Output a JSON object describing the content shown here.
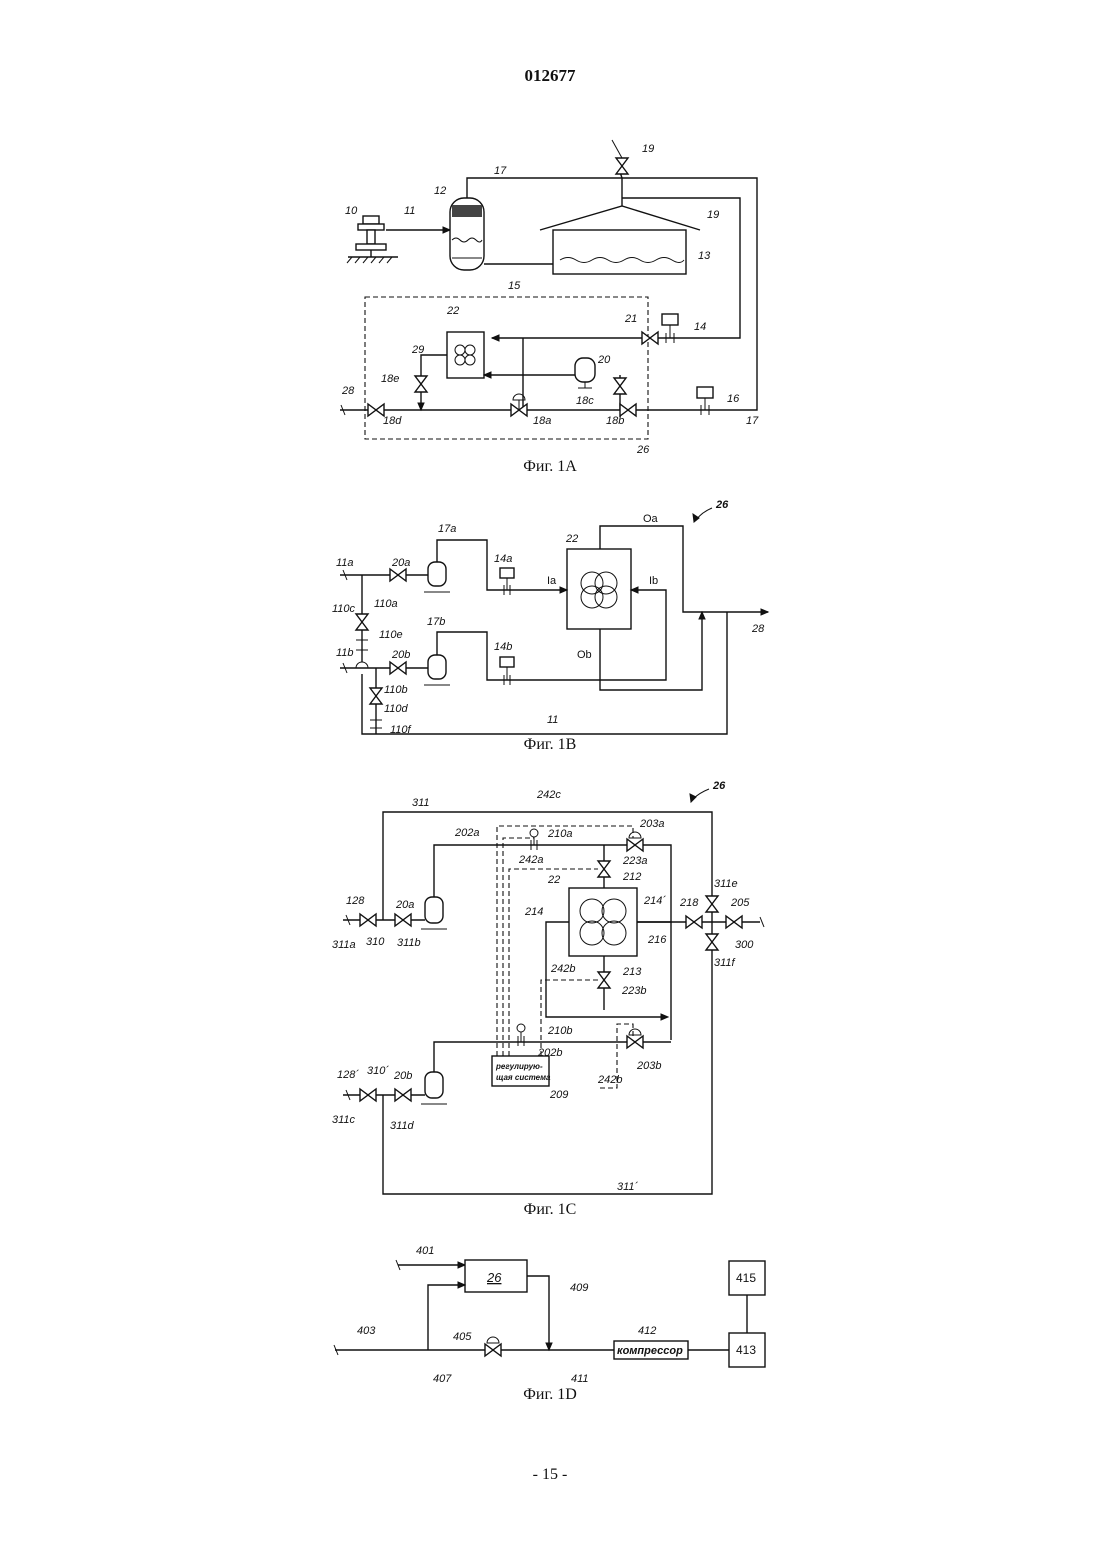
{
  "header": {
    "doc_number": "012677"
  },
  "fig_1a": {
    "caption": "Фиг. 1A",
    "labels": {
      "l10": "10",
      "l11": "11",
      "l12": "12",
      "l13": "13",
      "l14": "14",
      "l15": "15",
      "l16": "16",
      "l17": "17",
      "l17b": "17",
      "l19": "19",
      "l19b": "19",
      "l20": "20",
      "l21": "21",
      "l22": "22",
      "l26": "26",
      "l28": "28",
      "l29": "29",
      "l18a": "18a",
      "l18b": "18b",
      "l18c": "18c",
      "l18d": "18d",
      "l18e": "18e"
    }
  },
  "fig_1b": {
    "caption": "Фиг. 1B",
    "labels": {
      "l26": "26",
      "l22": "22",
      "l11a": "11a",
      "l11b": "11b",
      "l20a": "20a",
      "l20b": "20b",
      "l110a": "110a",
      "l110b": "110b",
      "l110c": "110c",
      "l110d": "110d",
      "l110e": "110e",
      "l110f": "110f",
      "l17a": "17a",
      "l17b": "17b",
      "l14a": "14a",
      "l14b": "14b",
      "lIa": "Ia",
      "lIb": "Ib",
      "lOa": "Oa",
      "lOb": "Ob",
      "l28": "28",
      "l11": "11"
    }
  },
  "fig_1c": {
    "caption": "Фиг. 1C",
    "control_box_line1": "регулирую-",
    "control_box_line2": "щая система",
    "labels": {
      "l26": "26",
      "l311": "311",
      "l242c": "242c",
      "l202a": "202a",
      "l210a": "210a",
      "l203a": "203a",
      "l242a": "242a",
      "l223a": "223a",
      "l22": "22",
      "l212": "212",
      "l311e": "311e",
      "l128": "128",
      "l20a": "20a",
      "l214": "214",
      "l214p": "214´",
      "l218": "218",
      "l205": "205",
      "l216": "216",
      "l300": "300",
      "l311a": "311a",
      "l310": "310",
      "l311b": "311b",
      "l311f": "311f",
      "l213": "213",
      "l242b": "242b",
      "l223b": "223b",
      "l210b": "210b",
      "l202b": "202b",
      "l203b": "203b",
      "l242b2": "242b",
      "l128p": "128´",
      "l310p": "310´",
      "l20b": "20b",
      "l311c": "311c",
      "l311d": "311d",
      "l209": "209",
      "l311p": "311´"
    }
  },
  "fig_1d": {
    "caption": "Фиг. 1D",
    "block_26": "26",
    "compressor": "компрессор",
    "block_413": "413",
    "block_415": "415",
    "labels": {
      "l401": "401",
      "l409": "409",
      "l403": "403",
      "l405": "405",
      "l412": "412",
      "l407": "407",
      "l411": "411"
    }
  },
  "footer": {
    "page_number": "- 15 -"
  }
}
